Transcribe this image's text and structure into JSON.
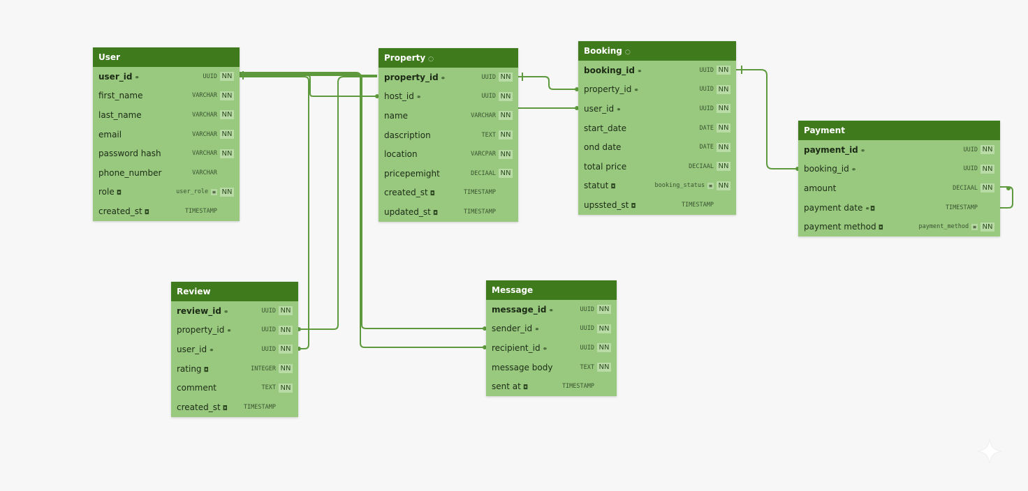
{
  "colors": {
    "header": "#3f7a1c",
    "body": "#98c97f",
    "relation": "#5e9a3d",
    "background": "#f6f7f6"
  },
  "tables": [
    {
      "id": "user",
      "title": "User",
      "title_icon": false,
      "columns": [
        {
          "name": "user_id",
          "type": "UUID",
          "nn": "NN",
          "pk": true,
          "icon": "link-icon"
        },
        {
          "name": "first_name",
          "type": "VARCHAR",
          "nn": "NN"
        },
        {
          "name": "last_name",
          "type": "VARCHAR",
          "nn": "NN"
        },
        {
          "name": "email",
          "type": "VARCHAR",
          "nn": "NN"
        },
        {
          "name": "password hash",
          "type": "VARCHAR",
          "nn": "NN"
        },
        {
          "name": "phone_number",
          "type": "VARCHAR",
          "nn": ""
        },
        {
          "name": "role",
          "type": "user_role",
          "nn": "NN",
          "icon": "note-icon",
          "enum": true
        },
        {
          "name": "created_st",
          "type": "TIMESTAMP",
          "nn": "",
          "icon": "note-icon"
        }
      ]
    },
    {
      "id": "property",
      "title": "Property",
      "title_icon": true,
      "columns": [
        {
          "name": "property_id",
          "type": "UUID",
          "nn": "NN",
          "pk": true,
          "icon": "link-icon"
        },
        {
          "name": "host_id",
          "type": "UUID",
          "nn": "NN",
          "icon": "link-icon"
        },
        {
          "name": "name",
          "type": "VARCHAR",
          "nn": "NN"
        },
        {
          "name": "dascription",
          "type": "TEXT",
          "nn": "NN"
        },
        {
          "name": "location",
          "type": "VARCPAR",
          "nn": "NN"
        },
        {
          "name": "pricepemight",
          "type": "DECIAAL",
          "nn": "NN"
        },
        {
          "name": "created_st",
          "type": "TIMESTAMP",
          "nn": "",
          "icon": "note-icon"
        },
        {
          "name": "updated_st",
          "type": "TIMESTAMP",
          "nn": "",
          "icon": "note-icon"
        }
      ]
    },
    {
      "id": "booking",
      "title": "Booking",
      "title_icon": true,
      "columns": [
        {
          "name": "booking_id",
          "type": "UUID",
          "nn": "NN",
          "pk": true,
          "icon": "link-icon"
        },
        {
          "name": "property_id",
          "type": "UUID",
          "nn": "NN",
          "icon": "link-icon"
        },
        {
          "name": "user_id",
          "type": "UUID",
          "nn": "NN",
          "icon": "link-icon"
        },
        {
          "name": "start_date",
          "type": "DATE",
          "nn": "NN"
        },
        {
          "name": "ond date",
          "type": "DATE",
          "nn": "NN"
        },
        {
          "name": "total price",
          "type": "DECIAAL",
          "nn": "NN"
        },
        {
          "name": "statut",
          "type": "booking_status",
          "nn": "NN",
          "icon": "note-icon",
          "enum": true
        },
        {
          "name": "upssted_st",
          "type": "TIMESTAMP",
          "nn": "",
          "icon": "note-icon"
        }
      ]
    },
    {
      "id": "payment",
      "title": "Payment",
      "title_icon": false,
      "columns": [
        {
          "name": "payment_id",
          "type": "UUID",
          "nn": "NN",
          "pk": true,
          "icon": "link-icon"
        },
        {
          "name": "booking_id",
          "type": "UUID",
          "nn": "NN",
          "icon": "link-icon"
        },
        {
          "name": "amount",
          "type": "DECIAAL",
          "nn": "NN"
        },
        {
          "name": "payment date",
          "type": "TIMESTAMP",
          "nn": "",
          "icon": "link-note-icon"
        },
        {
          "name": "payment method",
          "type": "payment_method",
          "nn": "NN",
          "icon": "note-icon",
          "enum": true
        }
      ]
    },
    {
      "id": "review",
      "title": "Review",
      "title_icon": false,
      "columns": [
        {
          "name": "review_id",
          "type": "UUID",
          "nn": "NN",
          "pk": true,
          "icon": "link-icon"
        },
        {
          "name": "property_id",
          "type": "UUID",
          "nn": "NN",
          "icon": "link-icon"
        },
        {
          "name": "user_id",
          "type": "UUID",
          "nn": "NN",
          "icon": "link-icon"
        },
        {
          "name": "rating",
          "type": "INTEGER",
          "nn": "NN",
          "icon": "note-icon"
        },
        {
          "name": "comment",
          "type": "TEXT",
          "nn": "NN"
        },
        {
          "name": "created_st",
          "type": "TIMESTAMP",
          "nn": "",
          "icon": "note-icon"
        }
      ]
    },
    {
      "id": "message",
      "title": "Message",
      "title_icon": false,
      "columns": [
        {
          "name": "message_id",
          "type": "UUID",
          "nn": "NN",
          "pk": true,
          "icon": "link-icon"
        },
        {
          "name": "sender_id",
          "type": "UUID",
          "nn": "NN",
          "icon": "link-icon"
        },
        {
          "name": "recipient_id",
          "type": "UUID",
          "nn": "NN",
          "icon": "link-icon"
        },
        {
          "name": "message body",
          "type": "TEXT",
          "nn": "NN"
        },
        {
          "name": "sent at",
          "type": "TIMESTAMP",
          "nn": "",
          "icon": "note-icon"
        }
      ]
    }
  ],
  "relations": [
    {
      "from": "user.user_id",
      "to": "property.host_id"
    },
    {
      "from": "user.user_id",
      "to": "booking.user_id"
    },
    {
      "from": "user.user_id",
      "to": "review.user_id"
    },
    {
      "from": "user.user_id",
      "to": "message.sender_id"
    },
    {
      "from": "user.user_id",
      "to": "message.recipient_id"
    },
    {
      "from": "property.property_id",
      "to": "booking.property_id"
    },
    {
      "from": "property.property_id",
      "to": "review.property_id"
    },
    {
      "from": "booking.booking_id",
      "to": "payment.booking_id"
    }
  ],
  "icons": {
    "link": "⚭",
    "note": "◘",
    "header": "◌"
  }
}
